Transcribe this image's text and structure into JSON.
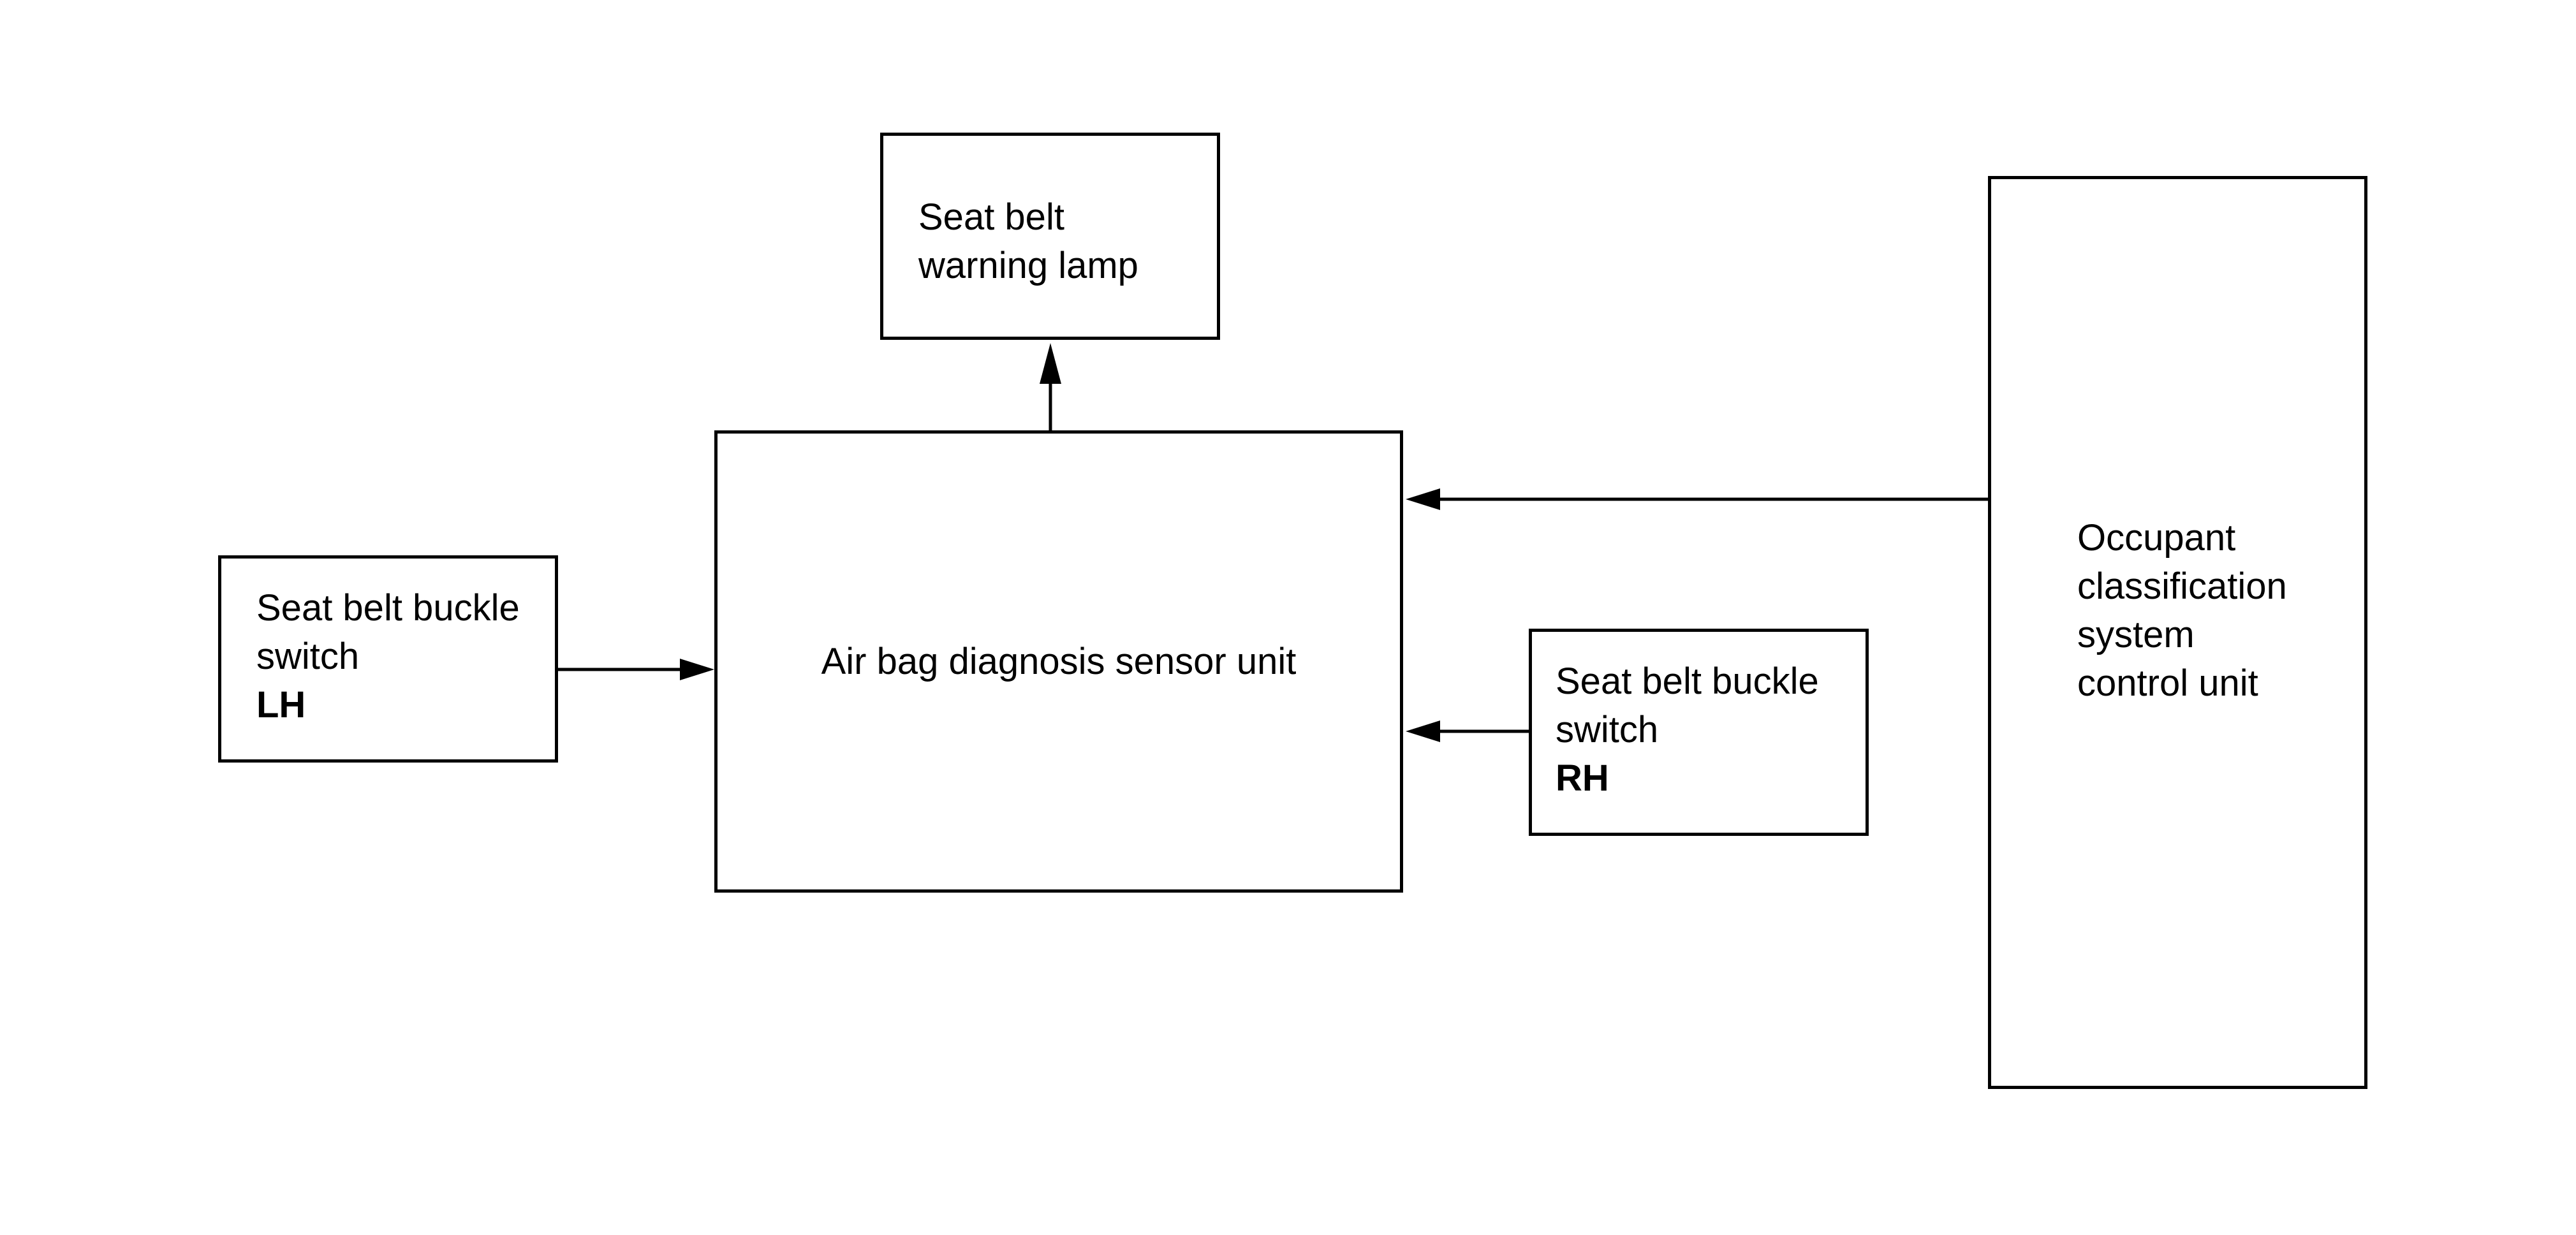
{
  "blocks": {
    "warning_lamp": {
      "lines": [
        "Seat belt",
        "warning lamp"
      ]
    },
    "sensor_unit": {
      "lines": [
        "Air bag diagnosis sensor unit"
      ]
    },
    "buckle_lh": {
      "lines": [
        "Seat belt buckle",
        "switch"
      ],
      "side": "LH"
    },
    "buckle_rh": {
      "lines": [
        "Seat belt buckle",
        "switch"
      ],
      "side": "RH"
    },
    "occupant_unit": {
      "lines": [
        "Occupant",
        "classification",
        "system",
        "control unit"
      ]
    }
  },
  "connections": [
    {
      "from": "buckle_lh",
      "to": "sensor_unit"
    },
    {
      "from": "buckle_rh",
      "to": "sensor_unit"
    },
    {
      "from": "occupant_unit",
      "to": "sensor_unit"
    },
    {
      "from": "sensor_unit",
      "to": "warning_lamp"
    }
  ]
}
